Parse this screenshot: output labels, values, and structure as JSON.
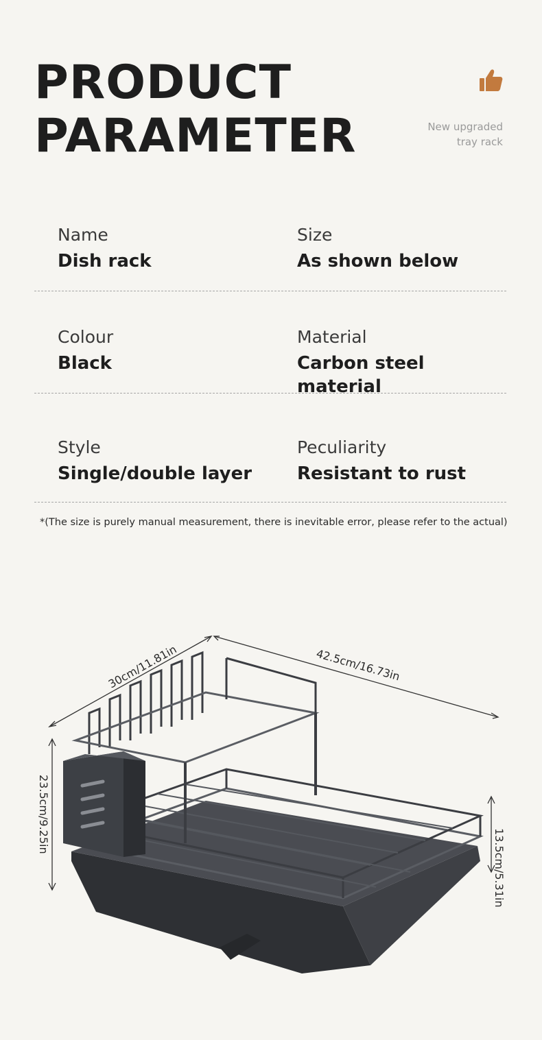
{
  "header": {
    "title_line1": "PRODUCT",
    "title_line2": "PARAMETER",
    "thumb_icon": "thumbs-up-icon",
    "thumb_color": "#c27a3e",
    "tagline_line1": "New upgraded",
    "tagline_line2": "tray rack"
  },
  "params": [
    {
      "left_label": "Name",
      "left_value": "Dish rack",
      "right_label": "Size",
      "right_value": "As shown below"
    },
    {
      "left_label": "Colour",
      "left_value": "Black",
      "right_label": "Material",
      "right_value": "Carbon steel material"
    },
    {
      "left_label": "Style",
      "left_value": "Single/double layer",
      "right_label": "Peculiarity",
      "right_value": "Resistant to rust"
    }
  ],
  "note": "*(The size is purely manual measurement, there is inevitable error, please refer to the actual)",
  "dimensions": {
    "depth": "30cm/11.81in",
    "length": "42.5cm/16.73in",
    "height": "23.5cm/9.25in",
    "tray_height": "13.5cm/5.31in"
  },
  "colors": {
    "background": "#f6f5f1",
    "rack": "#3b3d42",
    "rack_highlight": "#6b6e74"
  }
}
